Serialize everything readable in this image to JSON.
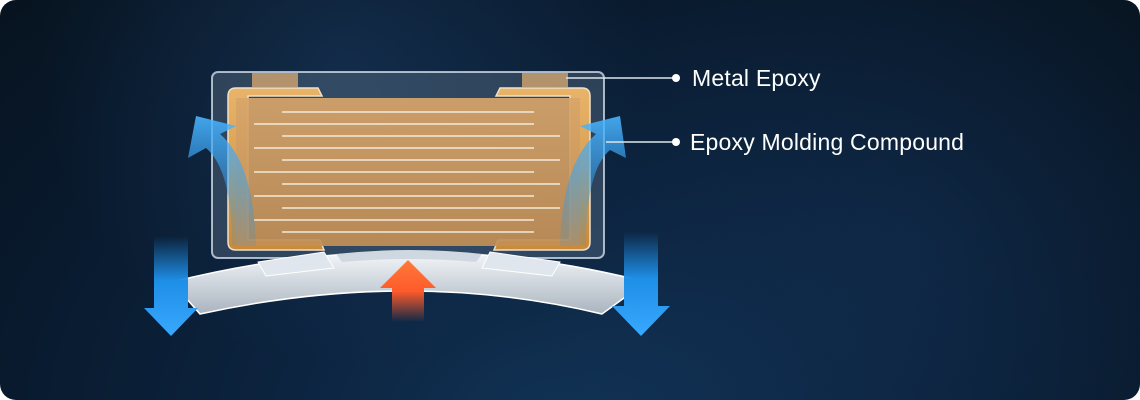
{
  "labels": {
    "metal_epoxy": "Metal Epoxy",
    "epoxy_molding_compound": "Epoxy Molding Compound"
  },
  "colors": {
    "background": "#0a1b2e",
    "gold_component": "#d9a45a",
    "cool_arrow": "#1e8fe6",
    "heat_arrow": "#ff5a2a",
    "board": "#e6ebf0",
    "leader_line": "#ffffff"
  },
  "icons": {
    "heat_flow_up": "red-up-arrow",
    "thermal_spread": "blue-curved-arrow",
    "heat_out": "blue-down-arrow"
  }
}
